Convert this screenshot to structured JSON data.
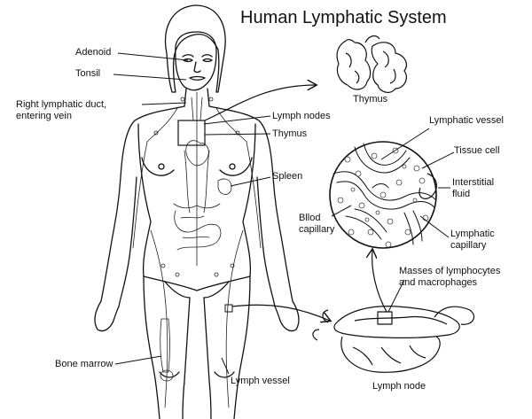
{
  "title": "Human Lymphatic System",
  "labels": {
    "adenoid": "Adenoid",
    "tonsil": "Tonsil",
    "right_lymphatic_duct_1": "Right lymphatic duct,",
    "right_lymphatic_duct_2": "entering vein",
    "lymph_nodes": "Lymph nodes",
    "thymus_body": "Thymus",
    "spleen": "Spleen",
    "bone_marrow": "Bone marrow",
    "lymph_vessel": "Lymph vessel",
    "thymus_detail": "Thymus",
    "lymphatic_vessel": "Lymphatic vessel",
    "tissue_cell": "Tissue cell",
    "interstitial_1": "Interstitial",
    "interstitial_2": "fluid",
    "blood_capillary_1": "Bllod",
    "blood_capillary_2": "capillary",
    "lymphatic_capillary_1": "Lymphatic",
    "lymphatic_capillary_2": "capillary",
    "masses_1": "Masses of lymphocytes",
    "masses_2": "and macrophages",
    "lymph_node": "Lymph node"
  }
}
